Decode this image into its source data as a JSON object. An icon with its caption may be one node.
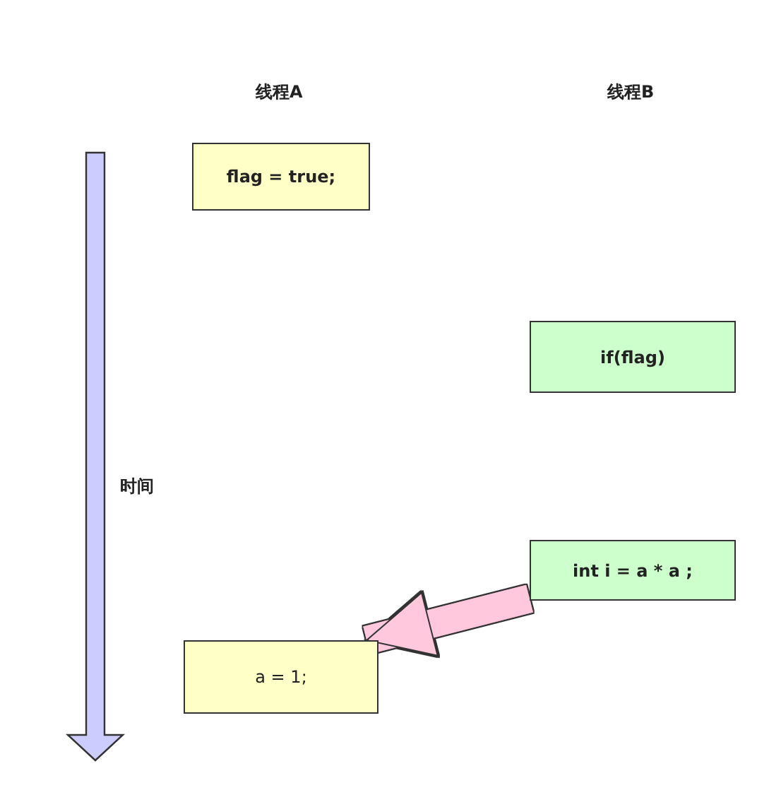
{
  "diagram": {
    "nodes": [
      {
        "text": [
          "flag = true;"
        ]
      },
      {
        "text": [
          "if(flag)"
        ]
      },
      {
        "text": [
          "int i = a * a ;"
        ]
      },
      {
        "text": [
          "a = 1;"
        ]
      }
    ],
    "edges": [
      {
        "from": 2,
        "to": 3,
        "arrow": "to",
        "color": "#ffc8dc"
      }
    ],
    "labels": [
      "线程A",
      "线程B",
      "时间"
    ]
  }
}
